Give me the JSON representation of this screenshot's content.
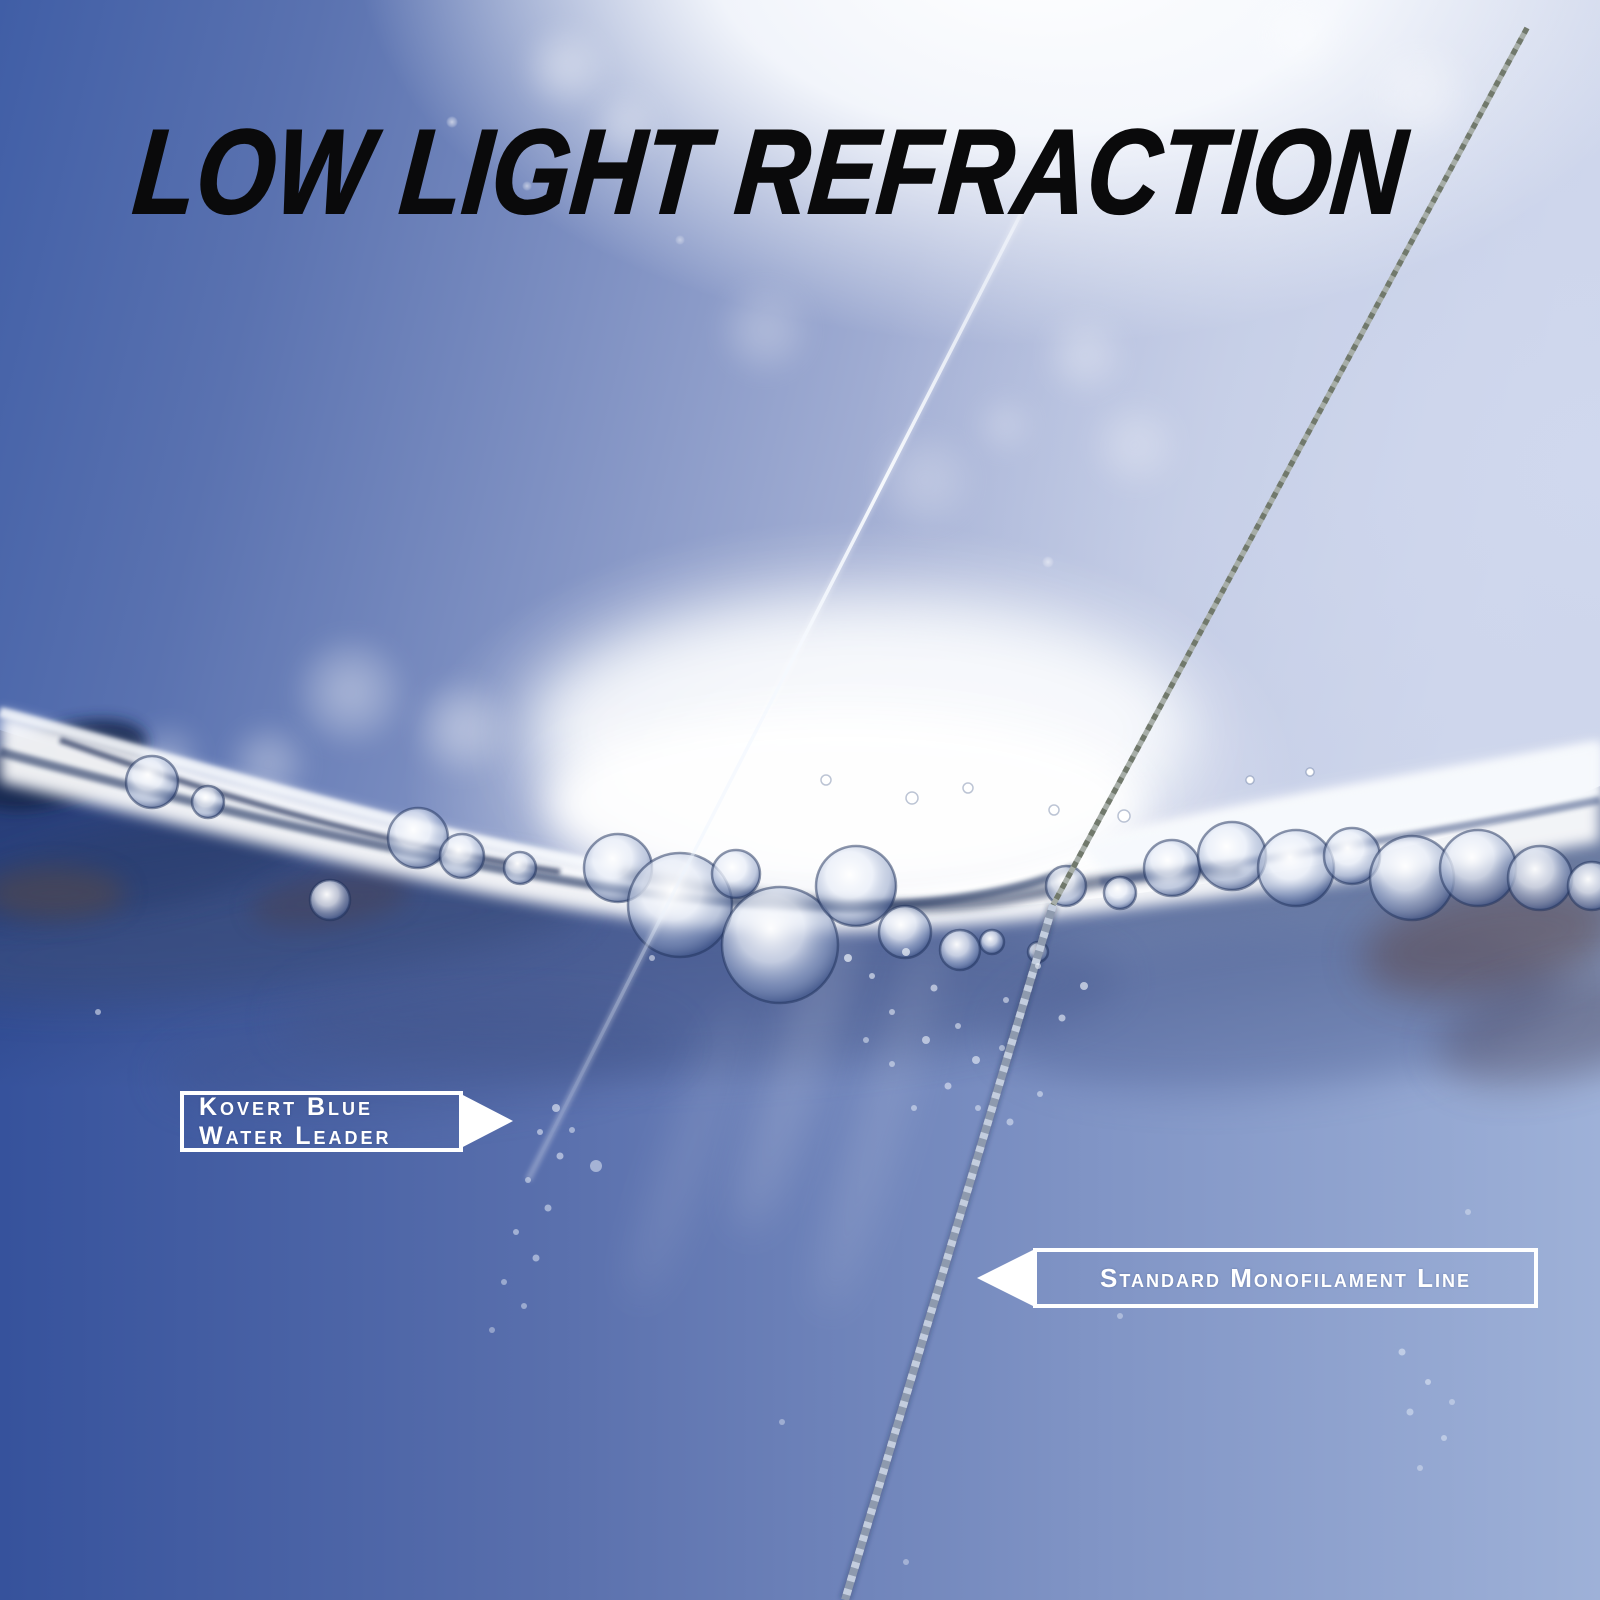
{
  "title": {
    "text": "LOW LIGHT REFRACTION"
  },
  "callouts": {
    "left": {
      "line1": "Kovert Blue",
      "line2": "Water Leader",
      "arrow_direction": "right"
    },
    "right": {
      "line1": "Standard Monofilament Line",
      "arrow_direction": "left"
    }
  },
  "colors": {
    "title_text": "#0a0a0b",
    "label_text": "#ffffff",
    "label_border": "#ffffff",
    "sky_deep_blue": "#3f5da6",
    "sky_highlight": "#fbfdff",
    "water_deep": "#36529c",
    "water_light": "#9eb1d8",
    "monofilament_line": "#8f9a8c",
    "leader_line": "#eaf0fb"
  }
}
